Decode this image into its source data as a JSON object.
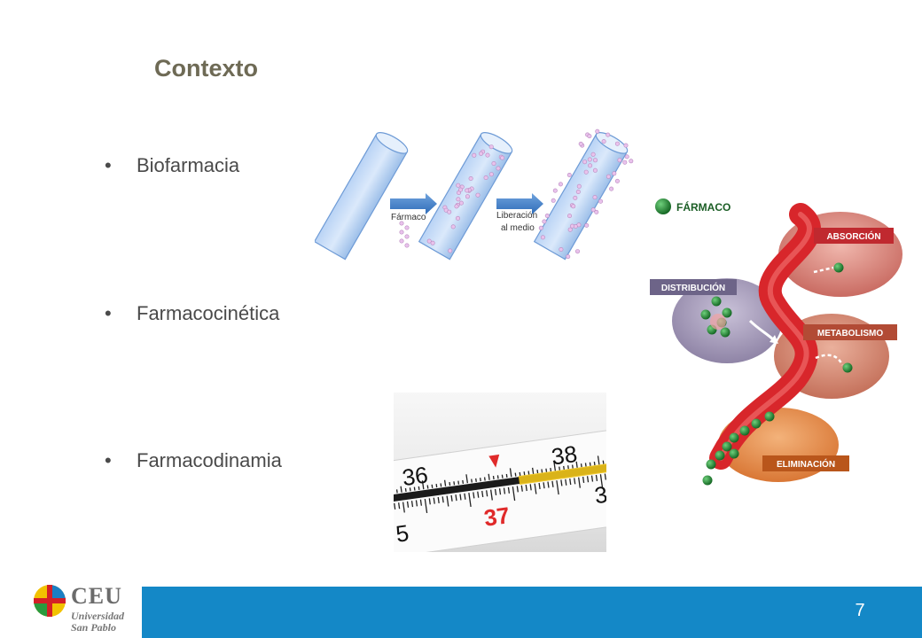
{
  "slide": {
    "title": "Contexto",
    "bullets": [
      {
        "label": "Biofarmacia"
      },
      {
        "label": "Farmacocinética"
      },
      {
        "label": "Farmacodinamia"
      }
    ],
    "page_number": "7"
  },
  "release_figure": {
    "label_drug": "Fármaco",
    "label_release_line1": "Liberación",
    "label_release_line2": "al medio"
  },
  "adme_figure": {
    "legend": "FÁRMACO",
    "absorption": "ABSORCIÓN",
    "distribution": "DISTRIBUCIÓN",
    "metabolism": "METABOLISMO",
    "elimination": "ELIMINACIÓN"
  },
  "thermometer": {
    "numbers_top": [
      "36",
      "38"
    ],
    "number_red": "37",
    "number_left": "5",
    "number_right": "3"
  },
  "logo": {
    "name": "CEU",
    "line1": "Universidad",
    "line2": "San Pablo"
  },
  "colors": {
    "footer_bar": "#1488c7",
    "title": "#6e6a55",
    "blood_vessel": "#d8262b",
    "drug_particle": "#1f8a2e"
  }
}
